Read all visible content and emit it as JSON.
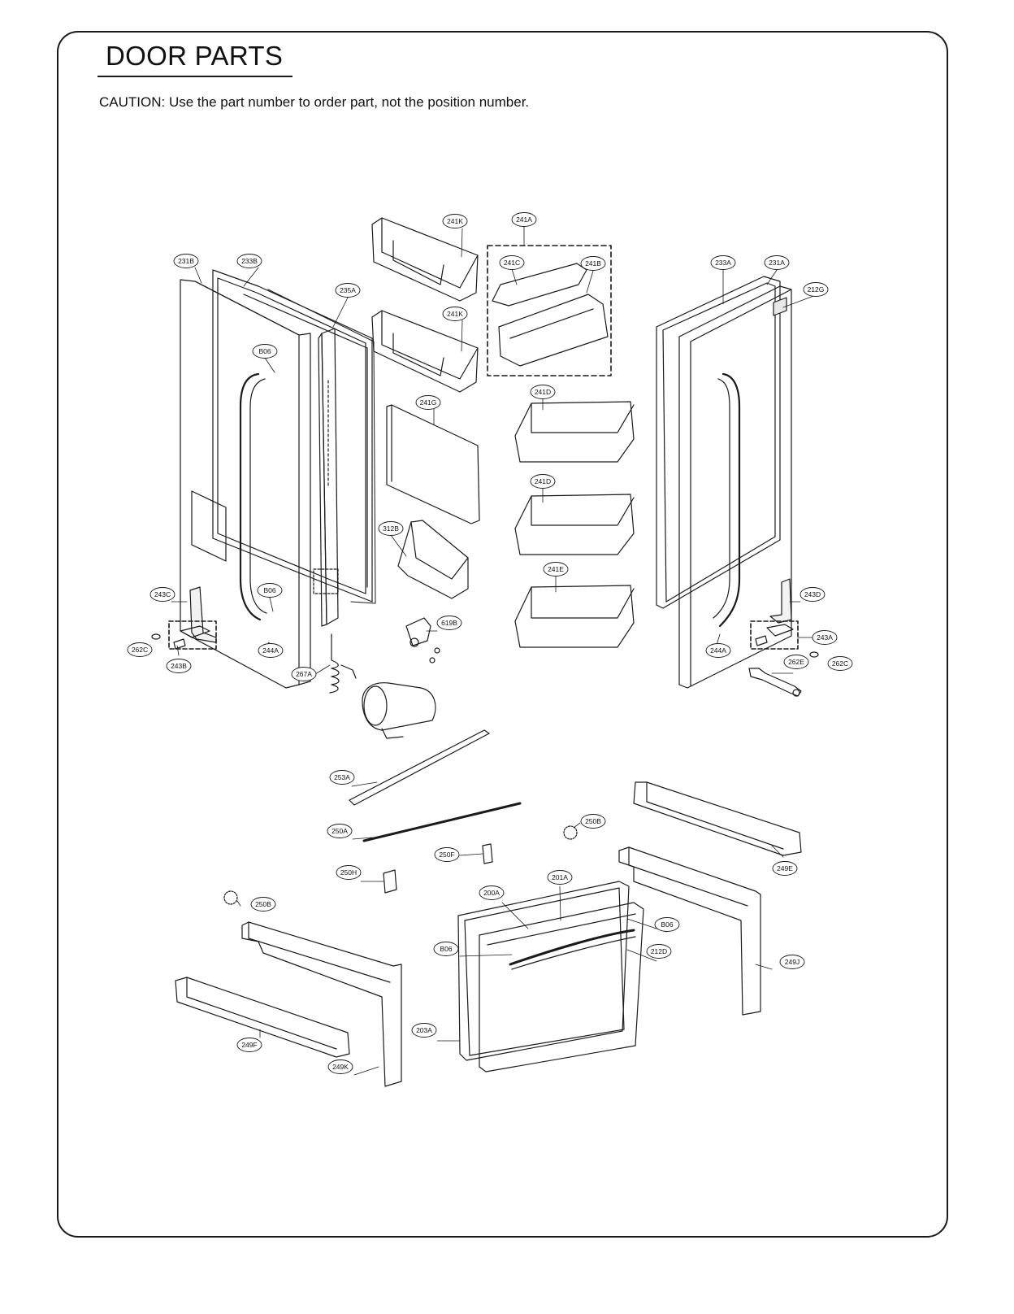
{
  "header": {
    "title": "DOOR PARTS",
    "caution": "CAUTION: Use the part number to order part, not the position number."
  },
  "callouts": [
    {
      "id": "241K_a",
      "text": "241K"
    },
    {
      "id": "241A",
      "text": "241A"
    },
    {
      "id": "241C",
      "text": "241C"
    },
    {
      "id": "241B",
      "text": "241B"
    },
    {
      "id": "241K_b",
      "text": "241K"
    },
    {
      "id": "231B",
      "text": "231B"
    },
    {
      "id": "233B",
      "text": "233B"
    },
    {
      "id": "235A",
      "text": "235A"
    },
    {
      "id": "B06_a",
      "text": "B06"
    },
    {
      "id": "241G",
      "text": "241G"
    },
    {
      "id": "241D_a",
      "text": "241D"
    },
    {
      "id": "241D_b",
      "text": "241D"
    },
    {
      "id": "312B",
      "text": "312B"
    },
    {
      "id": "241E",
      "text": "241E"
    },
    {
      "id": "233A",
      "text": "233A"
    },
    {
      "id": "231A",
      "text": "231A"
    },
    {
      "id": "212G",
      "text": "212G"
    },
    {
      "id": "243C",
      "text": "243C"
    },
    {
      "id": "B06_b",
      "text": "B06"
    },
    {
      "id": "262C_a",
      "text": "262C"
    },
    {
      "id": "243B",
      "text": "243B"
    },
    {
      "id": "244A_a",
      "text": "244A"
    },
    {
      "id": "267A",
      "text": "267A"
    },
    {
      "id": "619B",
      "text": "619B"
    },
    {
      "id": "243D",
      "text": "243D"
    },
    {
      "id": "243A",
      "text": "243A"
    },
    {
      "id": "244A_b",
      "text": "244A"
    },
    {
      "id": "262E",
      "text": "262E"
    },
    {
      "id": "262C_b",
      "text": "262C"
    },
    {
      "id": "253A",
      "text": "253A"
    },
    {
      "id": "250A",
      "text": "250A"
    },
    {
      "id": "250B_a",
      "text": "250B"
    },
    {
      "id": "250F",
      "text": "250F"
    },
    {
      "id": "249E",
      "text": "249E"
    },
    {
      "id": "250H",
      "text": "250H"
    },
    {
      "id": "201A",
      "text": "201A"
    },
    {
      "id": "200A",
      "text": "200A"
    },
    {
      "id": "250B_b",
      "text": "250B"
    },
    {
      "id": "B06_c",
      "text": "B06"
    },
    {
      "id": "B06_d",
      "text": "B06"
    },
    {
      "id": "212D",
      "text": "212D"
    },
    {
      "id": "249J",
      "text": "249J"
    },
    {
      "id": "203A",
      "text": "203A"
    },
    {
      "id": "249F",
      "text": "249F"
    },
    {
      "id": "249K",
      "text": "249K"
    }
  ]
}
